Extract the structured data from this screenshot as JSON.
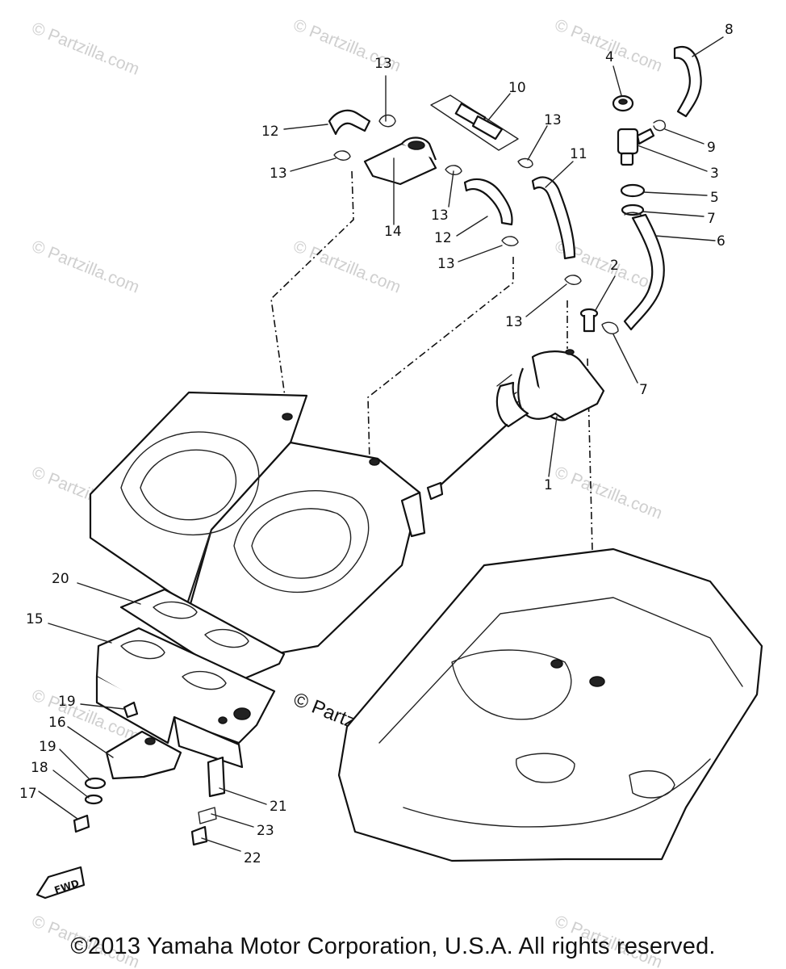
{
  "watermark": "© Partzilla.com",
  "center_watermark": "© Partzilla.com",
  "copyright": "©2013  Yamaha Motor Corporation, U.S.A. All rights reserved.",
  "fwd_label": "FWD",
  "callouts": [
    "1",
    "2",
    "3",
    "4",
    "5",
    "6",
    "7",
    "7",
    "8",
    "9",
    "10",
    "11",
    "12",
    "12",
    "13",
    "13",
    "13",
    "13",
    "13",
    "13",
    "14",
    "15",
    "16",
    "17",
    "18",
    "19",
    "19",
    "20",
    "21",
    "22",
    "23"
  ]
}
